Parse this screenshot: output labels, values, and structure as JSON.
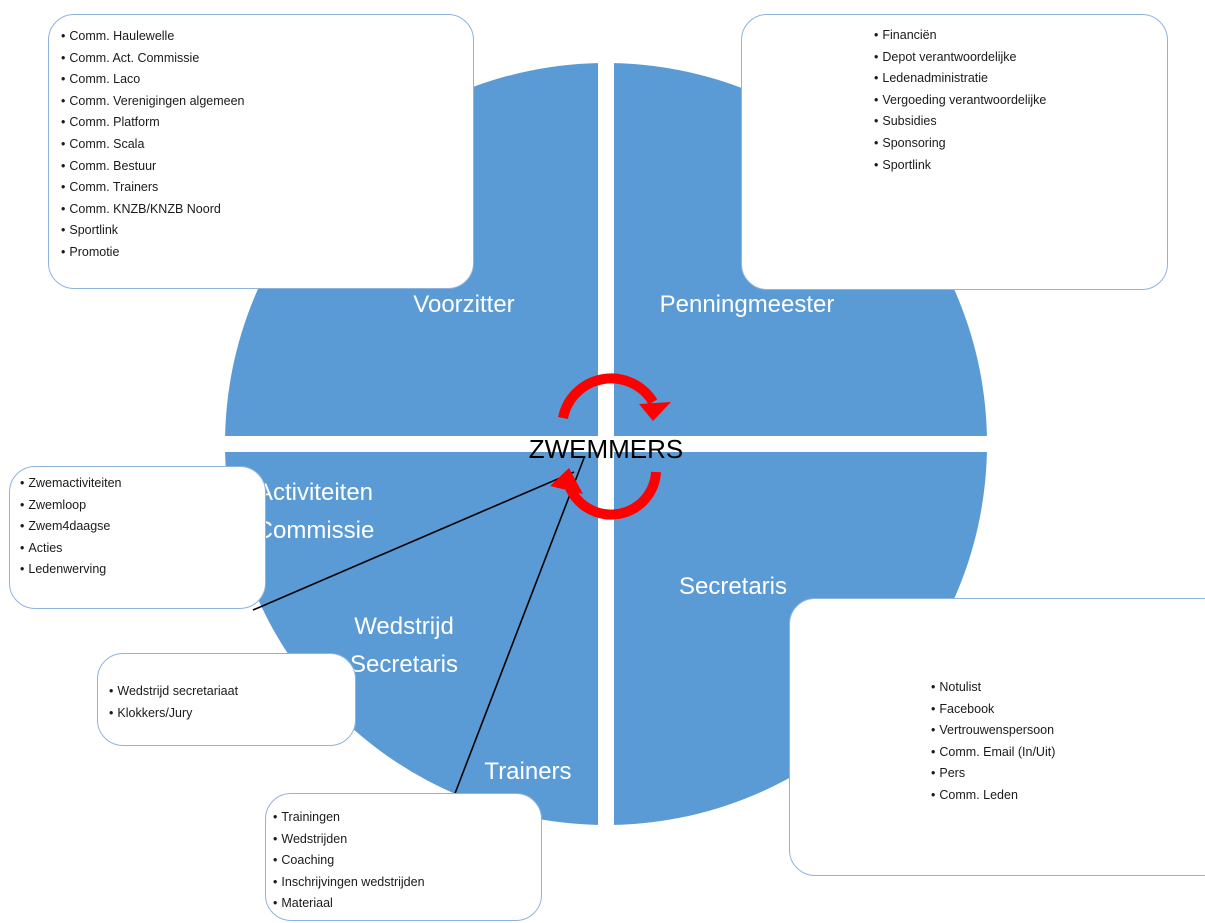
{
  "center": {
    "label": "ZWEMMERS"
  },
  "quadrants": {
    "voorzitter": "Voorzitter",
    "penningmeester": "Penningmeester",
    "secretaris": "Secretaris",
    "activiteiten": [
      "Activiteiten",
      "Commissie"
    ],
    "wedstrijd": [
      "Wedstrijd",
      "Secretaris"
    ],
    "trainers": "Trainers"
  },
  "boxes": {
    "voorzitter": [
      "Comm. Haulewelle",
      "Comm. Act. Commissie",
      "Comm. Laco",
      "Comm. Verenigingen algemeen",
      "Comm. Platform",
      "Comm. Scala",
      "Comm. Bestuur",
      "Comm. Trainers",
      "Comm. KNZB/KNZB Noord",
      "Sportlink",
      "Promotie"
    ],
    "penningmeester": [
      "Financiën",
      "Depot verantwoordelijke",
      "Ledenadministratie",
      "Vergoeding verantwoordelijke",
      "Subsidies",
      "Sponsoring",
      "Sportlink"
    ],
    "secretaris": [
      "Notulist",
      "Facebook",
      "Vertrouwenspersoon",
      "Comm. Email (In/Uit)",
      "Pers",
      "Comm. Leden"
    ],
    "activiteiten": [
      "Zwemactiviteiten",
      "Zwemloop",
      "Zwem4daagse",
      "Acties",
      "Ledenwerving"
    ],
    "wedstrijd": [
      "Wedstrijd secretariaat",
      "Klokkers/Jury"
    ],
    "trainers": [
      "Trainingen",
      "Wedstrijden",
      "Coaching",
      "Inschrijvingen wedstrijden",
      "Materiaal"
    ]
  },
  "colors": {
    "quadrant_fill": "#5b9bd5",
    "box_border": "#8fb3df",
    "arrow": "#ff0000",
    "label": "#ffffff"
  }
}
